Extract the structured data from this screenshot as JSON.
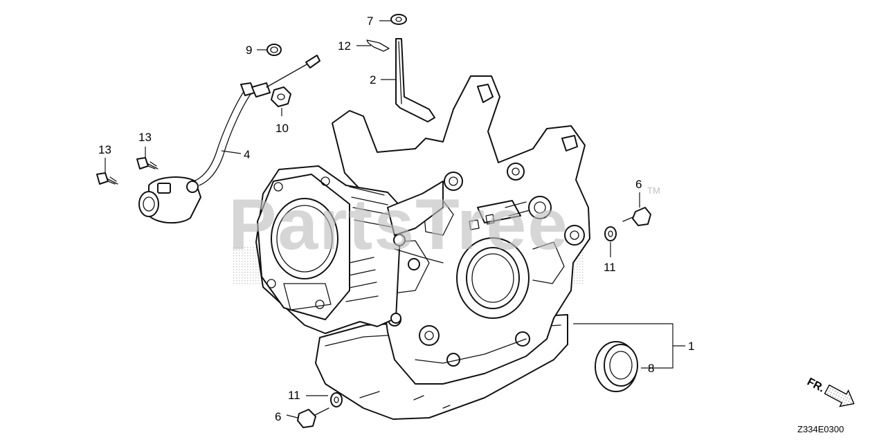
{
  "watermark": {
    "text": "PartsTree",
    "trademark": "TM"
  },
  "callouts": {
    "c1": "1",
    "c2": "2",
    "c4": "4",
    "c6_right": "6",
    "c6_bottom": "6",
    "c7": "7",
    "c8": "8",
    "c9": "9",
    "c10": "10",
    "c11_right": "11",
    "c11_bottom": "11",
    "c12": "12",
    "c13_left": "13",
    "c13_right": "13"
  },
  "direction_label": "FR.",
  "diagram_code": "Z334E0300",
  "icons": {
    "direction": "forward-arrow-icon"
  }
}
